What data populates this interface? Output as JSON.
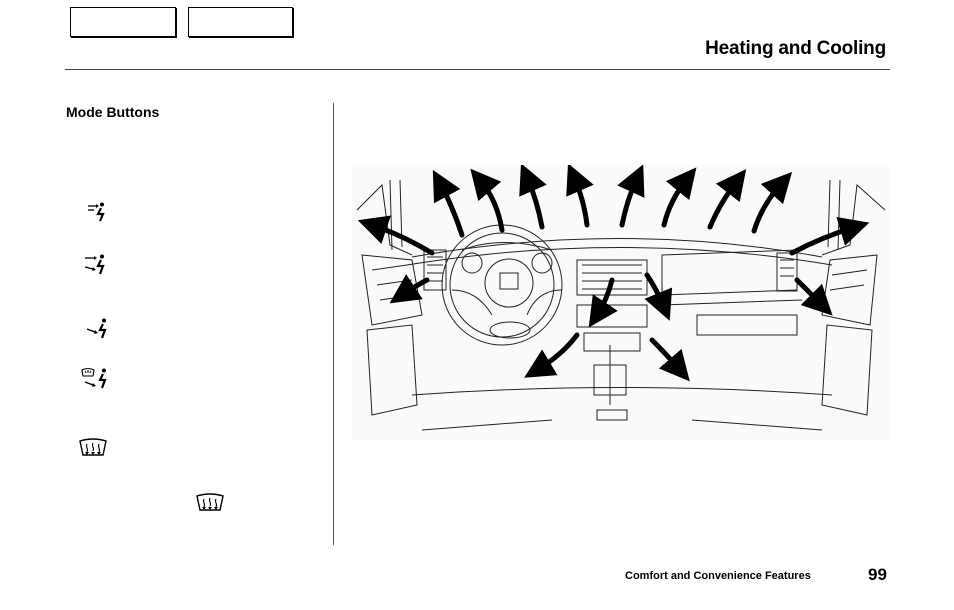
{
  "nav": {
    "button_1": "",
    "button_2": ""
  },
  "header": {
    "title": "Heating and Cooling"
  },
  "left_column": {
    "heading": "Mode Buttons",
    "icons": [
      "vent-mode-icon",
      "bi-level-mode-icon",
      "floor-mode-icon",
      "floor-defrost-mode-icon",
      "defrost-icon",
      "defrost-icon"
    ]
  },
  "illustration": {
    "name": "dashboard-airflow-illustration",
    "arrow_count": 16
  },
  "footer": {
    "section": "Comfort and Convenience Features",
    "page": "99"
  }
}
